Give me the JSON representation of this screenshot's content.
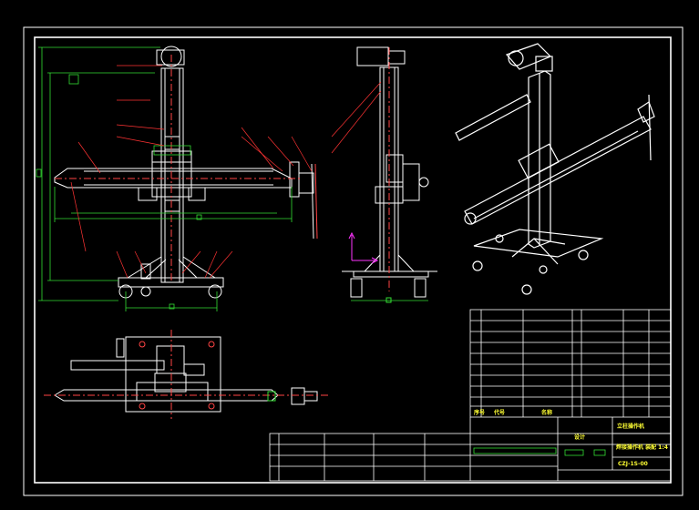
{
  "colors": {
    "background": "#000000",
    "frame": "#ffffff",
    "geometry": "#ffffff",
    "dimension": "#33dd33",
    "leader": "#ff3333",
    "centerline": "#ff3333",
    "axis_marker": "#ff33ff",
    "title_text": "#ffff33"
  },
  "title_block": {
    "drawing_name": "立柱操作机",
    "product_line": "焊接操作机 装配 1:4",
    "drawing_number": "CZJ-1S-00",
    "designer": "设计",
    "label_seq": "序号",
    "label_code": "代号",
    "label_name": "名称"
  }
}
